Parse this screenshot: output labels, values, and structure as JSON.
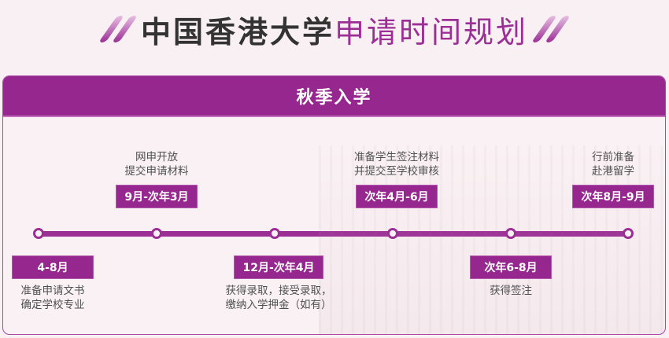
{
  "header": {
    "title_main": "中国香港大学",
    "title_accent": "申请时间规划",
    "decoration_icon": "double-slash-icon"
  },
  "panel": {
    "title": "秋季入学"
  },
  "timeline": {
    "colors": {
      "accent": "#96278f",
      "title_dark": "#333333",
      "background": "#f9f0f3"
    },
    "stages": [
      {
        "period": "4-8月",
        "desc_line1": "准备申请文书",
        "desc_line2": "确定学校专业",
        "position": "bottom"
      },
      {
        "period": "9月-次年3月",
        "desc_line1": "网申开放",
        "desc_line2": "提交申请材料",
        "position": "top"
      },
      {
        "period": "12月-次年4月",
        "desc_line1": "获得录取，接受录取，",
        "desc_line2": "缴纳入学押金（如有）",
        "position": "bottom"
      },
      {
        "period": "次年4月-6月",
        "desc_line1": "准备学生签注材料",
        "desc_line2": "并提交至学校审核",
        "position": "top"
      },
      {
        "period": "次年6-8月",
        "desc_line1": "获得签注",
        "desc_line2": "",
        "position": "bottom"
      },
      {
        "period": "次年8月-9月",
        "desc_line1": "行前准备",
        "desc_line2": "赴港留学",
        "position": "top"
      }
    ]
  }
}
